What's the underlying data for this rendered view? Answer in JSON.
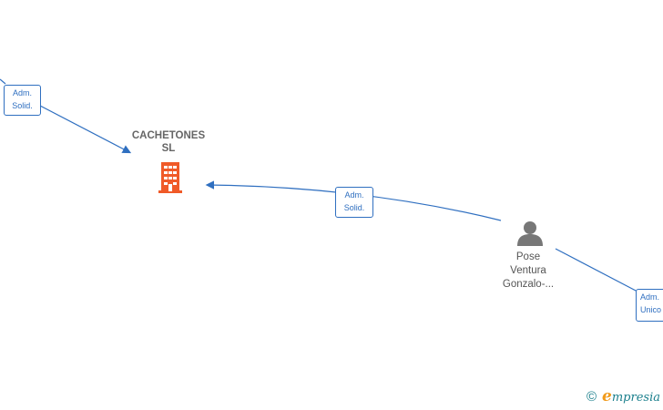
{
  "company": {
    "name_line1": "CACHETONES",
    "name_line2": "SL"
  },
  "person": {
    "name_line1": "Pose",
    "name_line2": "Ventura",
    "name_line3": "Gonzalo-..."
  },
  "edges": {
    "top_left": {
      "line1": "Adm.",
      "line2": "Solid."
    },
    "middle": {
      "line1": "Adm.",
      "line2": "Solid."
    },
    "bottom_right": {
      "line1": "Adm.",
      "line2": "Unico"
    }
  },
  "brand": {
    "copyright": "©",
    "e": "e",
    "rest": "mpresia"
  },
  "colors": {
    "edge": "#2f6fc0",
    "company_icon": "#f05a28",
    "person_icon": "#777777",
    "brand": "#1a7f8c"
  },
  "icons": {
    "company": "building-icon",
    "person": "person-icon"
  }
}
